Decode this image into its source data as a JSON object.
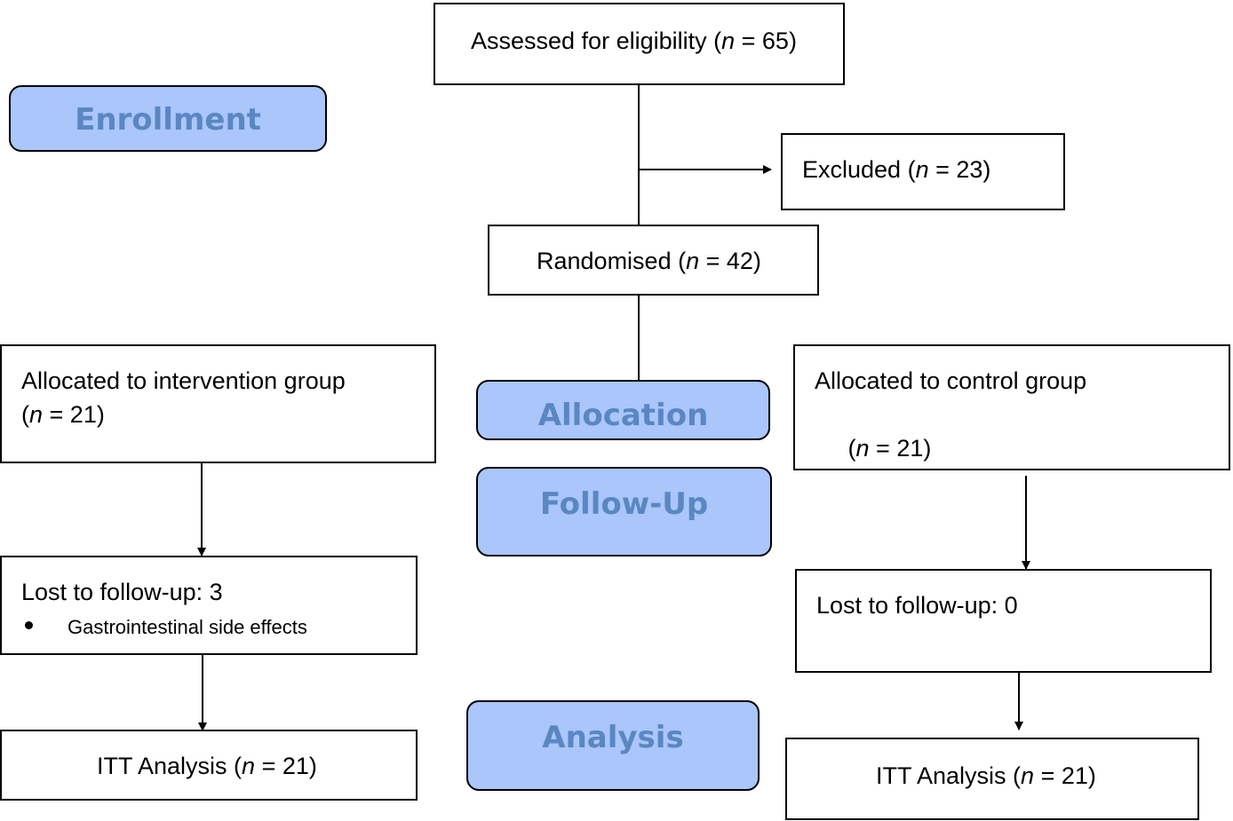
{
  "stages": {
    "enrollment": "Enrollment",
    "allocation": "Allocation",
    "follow_up": "Follow-Up",
    "analysis": "Analysis"
  },
  "boxes": {
    "assessed": {
      "pre": "Assessed for eligibility (",
      "n": "n",
      "post": " = 65)"
    },
    "excluded": {
      "pre": "Excluded (",
      "n": "n",
      "post": " = 23)"
    },
    "randomised": {
      "pre": "Randomised (",
      "n": "n",
      "post": " = 42)"
    },
    "alloc_intervention": {
      "line1": "Allocated to intervention group",
      "pre": "(",
      "n": "n",
      "post": " = 21)"
    },
    "alloc_control": {
      "line1": "Allocated to control group",
      "pre": " (",
      "n": "n",
      "post": " = 21)"
    },
    "lost_intervention": {
      "line1": "Lost to follow-up: 3",
      "bullet": "Gastrointestinal side effects"
    },
    "lost_control": {
      "line1": "Lost to follow-up: 0"
    },
    "itt_intervention": {
      "pre": "ITT Analysis (",
      "n": "n",
      "post": " = 21)"
    },
    "itt_control": {
      "pre": "ITT Analysis (",
      "n": "n",
      "post": " = 21)"
    }
  }
}
